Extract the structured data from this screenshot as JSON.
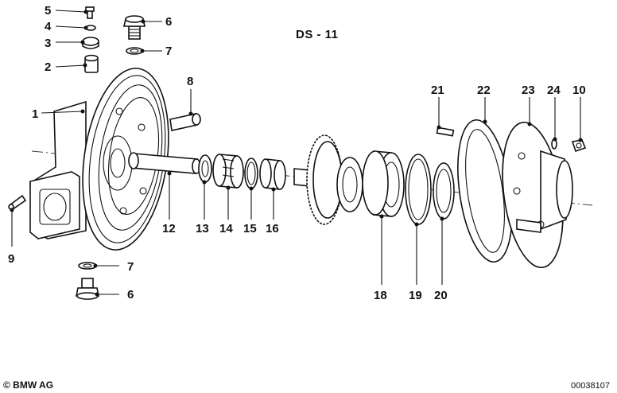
{
  "title": "DS - 11",
  "copyright": "© BMW AG",
  "ref_number": "00038107",
  "callouts": {
    "p1": "1",
    "p2": "2",
    "p3": "3",
    "p4": "4",
    "p5": "5",
    "p6_top": "6",
    "p7_top": "7",
    "p8": "8",
    "p9": "9",
    "p10": "10",
    "p12": "12",
    "p13": "13",
    "p14": "14",
    "p15": "15",
    "p16": "16",
    "p7_bottom": "7",
    "p6_bottom": "6",
    "p18": "18",
    "p19": "19",
    "p20": "20",
    "p21": "21",
    "p22": "22",
    "p23": "23",
    "p24": "24"
  }
}
